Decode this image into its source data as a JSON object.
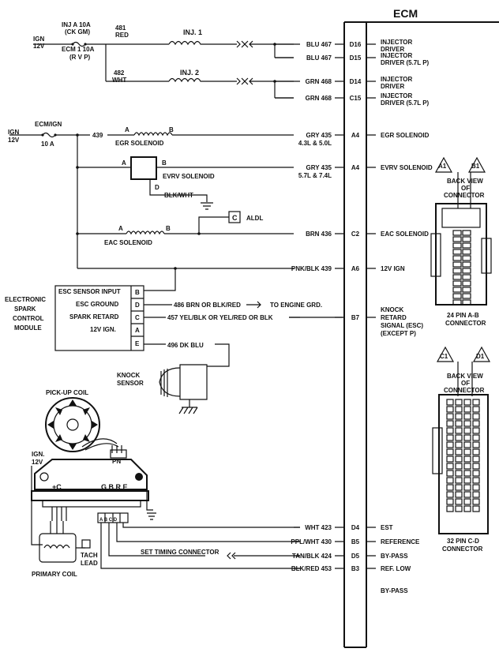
{
  "ecm": {
    "title": "ECM"
  },
  "injectors": {
    "ign_label": "IGN",
    "ign_voltage": "12V",
    "fuse_a_1": "INJ A 10A",
    "fuse_a_2": "(CK GM)",
    "fuse_b_1": "ECM 1 10A",
    "fuse_b_2": "(R V P)",
    "inj1_wire_num": "481",
    "inj1_wire_color": "RED",
    "inj1_label": "INJ. 1",
    "inj2_wire_num": "482",
    "inj2_wire_color": "WHT",
    "inj2_label": "INJ. 2"
  },
  "pin_rows": [
    {
      "wire": "BLU 467",
      "pin": "D16",
      "func": [
        "INJECTOR",
        "DRIVER"
      ]
    },
    {
      "wire": "BLU 467",
      "pin": "D15",
      "func": [
        "INJECTOR",
        "DRIVER (5.7L P)"
      ]
    },
    {
      "wire": "GRN 468",
      "pin": "D14",
      "func": [
        "INJECTOR",
        "DRIVER"
      ]
    },
    {
      "wire": "GRN 468",
      "pin": "C15",
      "func": [
        "INJECTOR",
        "DRIVER (5.7L P)"
      ]
    },
    {
      "wire": "GRY 435",
      "wire2": "4.3L & 5.0L",
      "pin": "A4",
      "func": [
        "EGR SOLENOID"
      ]
    },
    {
      "wire": "GRY 435",
      "wire2": "5.7L & 7.4L",
      "pin": "A4",
      "func": [
        "EVRV SOLENOID"
      ]
    },
    {
      "wire": "BRN 436",
      "pin": "C2",
      "func": [
        "EAC SOLENOID"
      ]
    },
    {
      "wire": "PNK/BLK 439",
      "pin": "A6",
      "func": [
        "12V IGN"
      ]
    },
    {
      "wire": "",
      "pin": "B7",
      "func": [
        "KNOCK",
        "RETARD",
        "SIGNAL (ESC)",
        "(EXCEPT P)"
      ]
    },
    {
      "wire": "WHT 423",
      "pin": "D4",
      "func": [
        "EST"
      ]
    },
    {
      "wire": "PPL/WHT 430",
      "pin": "B5",
      "func": [
        "REFERENCE"
      ]
    },
    {
      "wire": "TAN/BLK 424",
      "pin": "D5",
      "func": [
        "BY-PASS"
      ]
    },
    {
      "wire": "BLK/RED 453",
      "pin": "B3",
      "func": [
        "REF. LOW"
      ]
    },
    {
      "wire": "",
      "pin": "",
      "func": [
        "BY-PASS"
      ]
    }
  ],
  "solenoids": {
    "ign_label": "IGN",
    "ign_voltage": "12V",
    "fuse_label": "ECM/IGN",
    "fuse_rating": "10 A",
    "circuit_439": "439",
    "terminal_a": "A",
    "terminal_b": "B",
    "terminal_d": "D",
    "egr_label": "EGR SOLENOID",
    "evrv_label": "EVRV SOLENOID",
    "ground_wire": "BLK/WHT",
    "aldl_terminal": "C",
    "aldl_label": "ALDL",
    "eac_label": "EAC SOLENOID"
  },
  "esc": {
    "title_1": "ELECTRONIC",
    "title_2": "SPARK",
    "title_3": "CONTROL",
    "title_4": "MODULE",
    "pins": [
      {
        "label": "ESC SENSOR INPUT",
        "letter": "B"
      },
      {
        "label": "ESC GROUND",
        "letter": "D"
      },
      {
        "label": "SPARK RETARD",
        "letter": "C"
      },
      {
        "label": "12V IGN.",
        "letter": "A"
      },
      {
        "label": "",
        "letter": "E"
      }
    ],
    "ground_wire": "486 BRN OR BLK/RED",
    "ground_dest": "TO ENGINE GRD.",
    "retard_wire": "457 YEL/BLK OR YEL/RED OR BLK",
    "knock_wire": "496 DK BLU",
    "knock_sensor_1": "KNOCK",
    "knock_sensor_2": "SENSOR"
  },
  "ignition": {
    "pickup_label": "PICK-UP COIL",
    "pn_label": "PN",
    "plus_c_label": "+C",
    "gbre_label": "G B R E",
    "conn_letters": "A B C D",
    "ign_label": "IGN.",
    "ign_voltage": "12V",
    "tach_1": "TACH",
    "tach_2": "LEAD",
    "primary_label": "PRIMARY COIL",
    "set_timing": "SET TIMING CONNECTOR"
  },
  "connectors": {
    "ab": {
      "pin_left": "A1",
      "pin_right": "B1",
      "back_1": "BACK VIEW",
      "back_2": "OF",
      "back_3": "CONNECTOR",
      "name_1": "24 PIN A-B",
      "name_2": "CONNECTOR"
    },
    "cd": {
      "pin_left": "C1",
      "pin_right": "D1",
      "back_1": "BACK VIEW",
      "back_2": "OF",
      "back_3": "CONNECTOR",
      "name_1": "32 PIN C-D",
      "name_2": "CONNECTOR"
    }
  }
}
